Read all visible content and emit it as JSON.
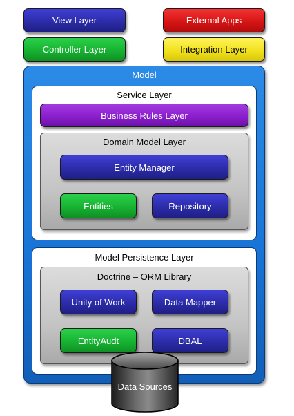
{
  "top_boxes": {
    "view_layer": "View Layer",
    "external_apps": "External Apps",
    "controller_layer": "Controller Layer",
    "integration_layer": "Integration Layer"
  },
  "model": {
    "title": "Model",
    "service_layer": {
      "title": "Service Layer",
      "business_rules": "Business Rules Layer",
      "domain_model": {
        "title": "Domain Model Layer",
        "entity_manager": "Entity Manager",
        "entities": "Entities",
        "repository": "Repository"
      }
    },
    "persistence_layer": {
      "title": "Model Persistence Layer",
      "doctrine": {
        "title": "Doctrine – ORM Library",
        "unity_of_work": "Unity of Work",
        "data_mapper": "Data Mapper",
        "entity_audit": "EntityAudt",
        "dbal": "DBAL"
      }
    },
    "data_sources": "Data Sources"
  },
  "colors": {
    "view": "#2c2ca8",
    "controller": "#17b332",
    "external": "#d81515",
    "integration": "#f2e21e",
    "business_rules": "#8a1fcc",
    "model": "#1873d6"
  }
}
